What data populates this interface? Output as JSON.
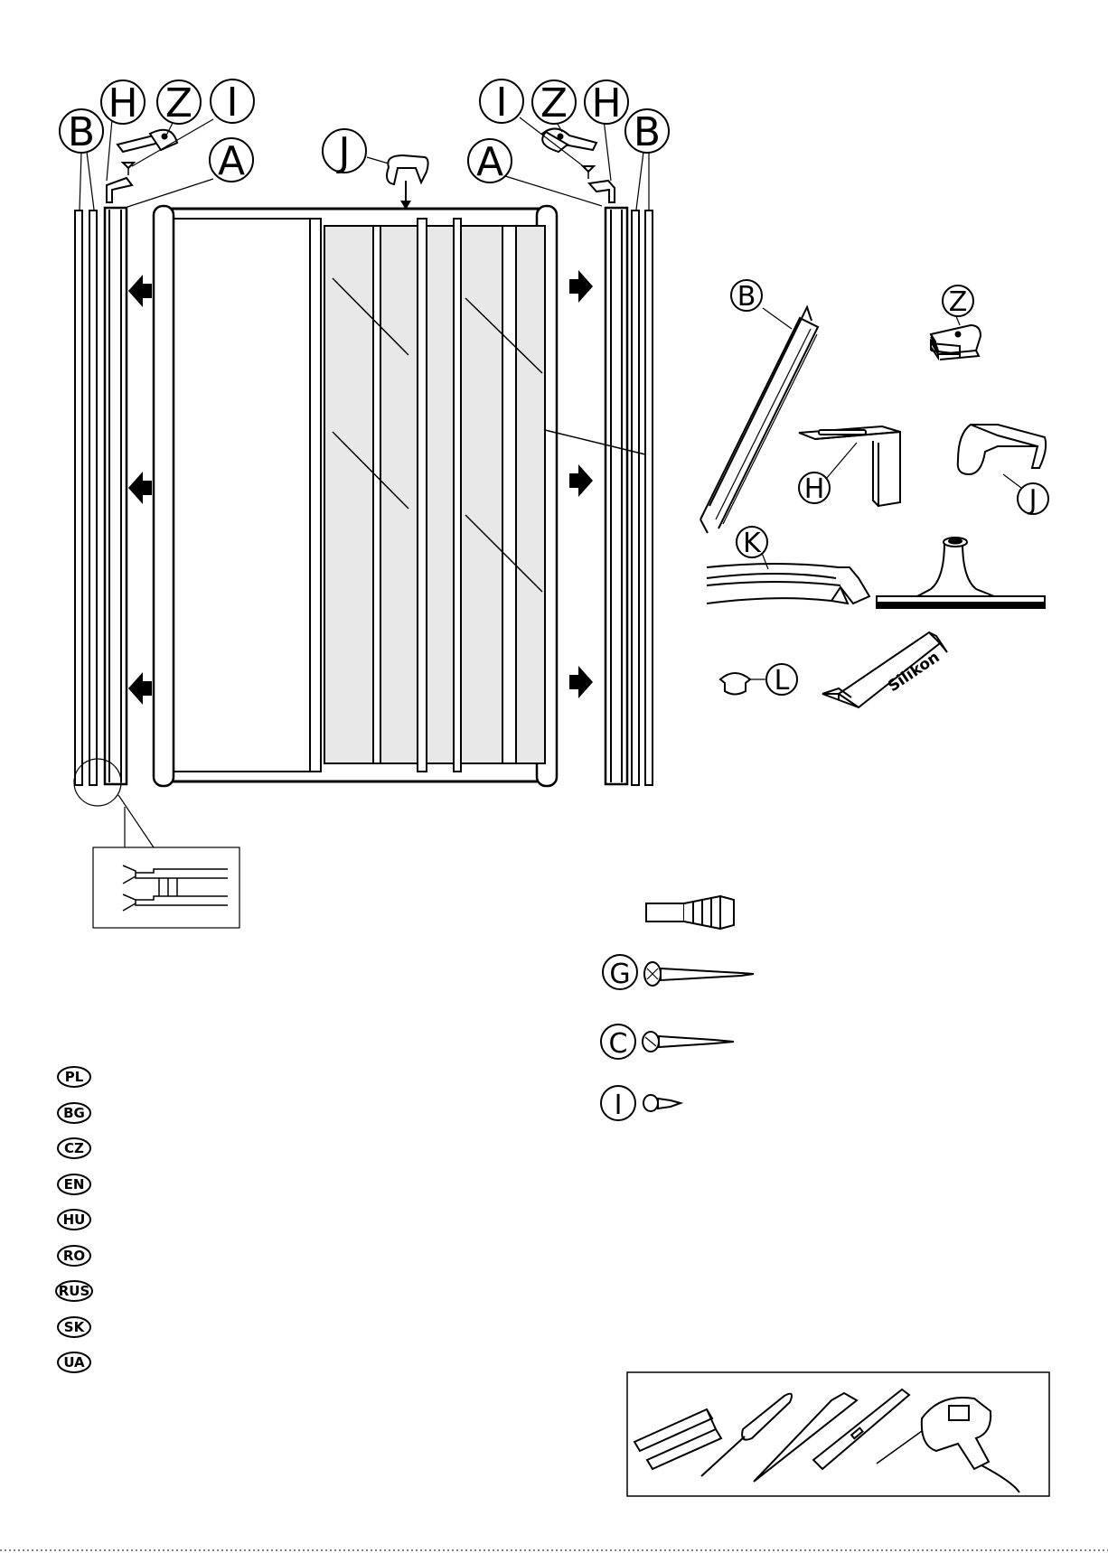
{
  "colors": {
    "ink": "#000000",
    "mesh": "#e8e8e8",
    "paper": "#ffffff"
  },
  "callouts": {
    "B_left": "B",
    "H_left": "H",
    "Z_left": "Z",
    "I_left": "I",
    "A_left": "A",
    "J_top": "J",
    "A_right": "A",
    "I_right": "I",
    "Z_right": "Z",
    "H_right": "H",
    "B_right": "B"
  },
  "parts": {
    "B": "B",
    "Z": "Z",
    "H": "H",
    "J": "J",
    "K": "K",
    "L": "L",
    "tube_text": "Silikon"
  },
  "hardware": {
    "G": "G",
    "C": "C",
    "I": "I"
  },
  "languages": [
    "PL",
    "BG",
    "CZ",
    "EN",
    "HU",
    "RO",
    "RUS",
    "SK",
    "UA"
  ],
  "icons": [
    "arrow-left-icon",
    "arrow-right-icon",
    "screw-icon",
    "wall-plug-icon",
    "suction-tool-icon",
    "silicone-tube-icon",
    "folding-rule-icon",
    "screwdriver-icon",
    "awl-icon",
    "spirit-level-icon",
    "drill-icon"
  ]
}
